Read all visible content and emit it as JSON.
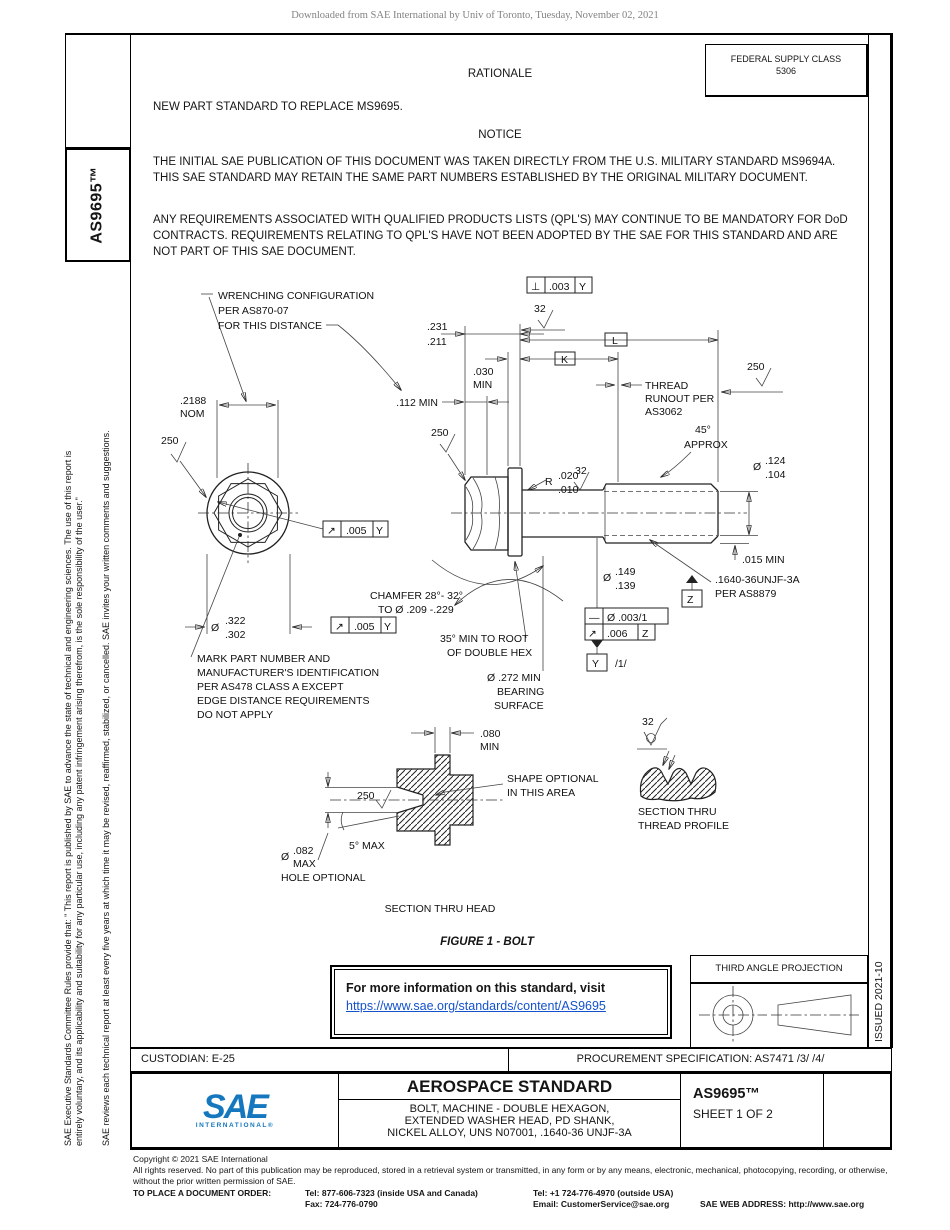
{
  "page": {
    "download_notice": "Downloaded from SAE International by Univ of Toronto, Tuesday, November 02, 2021"
  },
  "sidebar": {
    "doc_number": "AS9695™",
    "disclaimer_line1": "SAE Executive Standards Committee Rules provide that: \" This report is published by SAE to advance the state of technical and engineering sciences. The use of this report is",
    "disclaimer_line2": "entirely voluntary, and its applicability and suitability for any particular use, including any patent infringement arising therefrom, is the sole responsibility of the user.\"",
    "review_note": "SAE reviews each technical report at least every five years at which time it may be revised, reaffirmed, stabilized, or cancelled. SAE invites your written comments and suggestions."
  },
  "header": {
    "federal_supply_class_label": "FEDERAL SUPPLY CLASS",
    "federal_supply_class_value": "5306",
    "rationale_title": "RATIONALE",
    "rationale_text": "NEW PART STANDARD TO REPLACE MS9695.",
    "notice_title": "NOTICE",
    "notice_para1": "THE INITIAL SAE PUBLICATION OF THIS DOCUMENT WAS TAKEN DIRECTLY FROM THE U.S. MILITARY STANDARD MS9694A. THIS SAE STANDARD MAY RETAIN THE SAME PART NUMBERS ESTABLISHED BY THE ORIGINAL MILITARY DOCUMENT.",
    "notice_para2": "ANY REQUIREMENTS ASSOCIATED WITH QUALIFIED PRODUCTS LISTS (QPL'S) MAY CONTINUE TO BE MANDATORY FOR DoD CONTRACTS. REQUIREMENTS RELATING TO QPL'S HAVE NOT BEEN ADOPTED BY THE SAE FOR THIS STANDARD AND ARE NOT PART OF THIS SAE DOCUMENT."
  },
  "figure": {
    "caption": "FIGURE 1 - BOLT",
    "issued": "ISSUED 2021-10",
    "labels": {
      "wrench1": "WRENCHING CONFIGURATION",
      "wrench2": "PER AS870-07",
      "wrench3": "FOR THIS DISTANCE",
      "r250": "250",
      "r32": "32",
      "dim2188": ".2188",
      "nom": "NOM",
      "fcf_perp": "⊥",
      "fcf_003": ".003",
      "datum_y": "Y",
      "datum_z": "Z",
      "dim231": ".231",
      "dim211": ".211",
      "dim030": ".030",
      "min": "MIN",
      "dim112": ".112 MIN",
      "dimL": "L",
      "dimK": "K",
      "runout1": "THREAD",
      "runout2": "RUNOUT PER",
      "runout3": "AS3062",
      "r_label": "R",
      "dim020": ".020",
      "dim010": ".010",
      "deg45": "45°",
      "approx": "APPROX",
      "dia": "Ø",
      "dim124": ".124",
      "dim104": ".104",
      "dim015": ".015 MIN",
      "dim149": ".149",
      "dim139": ".139",
      "spec1": ".1640-36UNJF-3A",
      "spec2": "PER AS8879",
      "fcf_dash": "—",
      "fcf_0031": "Ø .003/1",
      "fcf_arrow": "↗",
      "fcf_006": ".006",
      "note1": "/1/",
      "chamfer1": "CHAMFER 28°- 32°",
      "chamfer2": "TO Ø .209 -.229",
      "hexroot1": "35° MIN TO ROOT",
      "hexroot2": "OF DOUBLE HEX",
      "bearing1": "Ø .272 MIN",
      "bearing2": "BEARING",
      "bearing3": "SURFACE",
      "fcf_005": ".005",
      "dim322": ".322",
      "dim302": ".302",
      "mark1": "MARK PART NUMBER AND",
      "mark2": "MANUFACTURER'S IDENTIFICATION",
      "mark3": "PER AS478 CLASS A EXCEPT",
      "mark4": "EDGE DISTANCE REQUIREMENTS",
      "mark5": "DO NOT APPLY",
      "dim080": ".080",
      "deg5": "5° MAX",
      "dim082": ".082",
      "max": "MAX",
      "holeopt": "HOLE OPTIONAL",
      "shapeopt1": "SHAPE OPTIONAL",
      "shapeopt2": "IN THIS AREA",
      "secthead": "SECTION THRU HEAD",
      "secthread1": "SECTION THRU",
      "secthread2": "THREAD PROFILE"
    }
  },
  "info_box": {
    "line1": "For more information on this standard, visit",
    "link": "https://www.sae.org/standards/content/AS9695"
  },
  "projection": {
    "title": "THIRD ANGLE PROJECTION"
  },
  "title_block": {
    "custodian": "CUSTODIAN: E-25",
    "procurement": "PROCUREMENT SPECIFICATION: AS7471 /3/ /4/",
    "logo_text": "SAE",
    "logo_sub": "INTERNATIONAL®",
    "standard_type": "AEROSPACE STANDARD",
    "title_line1": "BOLT, MACHINE - DOUBLE HEXAGON,",
    "title_line2": "EXTENDED WASHER HEAD, PD SHANK,",
    "title_line3": "NICKEL ALLOY, UNS N07001, .1640-36 UNJF-3A",
    "doc_number": "AS9695™",
    "sheet": "SHEET 1 OF 2"
  },
  "footer": {
    "copyright": "Copyright © 2021 SAE International",
    "rights": "All rights reserved. No part of this publication may be reproduced, stored in a retrieval system or transmitted, in any form or by any means, electronic, mechanical, photocopying, recording, or otherwise, without the prior written permission of SAE.",
    "order_label": "TO PLACE A DOCUMENT ORDER:",
    "tel1": "Tel: 877-606-7323 (inside USA and Canada)",
    "tel2": "Tel: +1 724-776-4970 (outside USA)",
    "fax": "Fax: 724-776-0790",
    "email": "Email: CustomerService@sae.org",
    "web": "SAE WEB ADDRESS: http://www.sae.org"
  }
}
